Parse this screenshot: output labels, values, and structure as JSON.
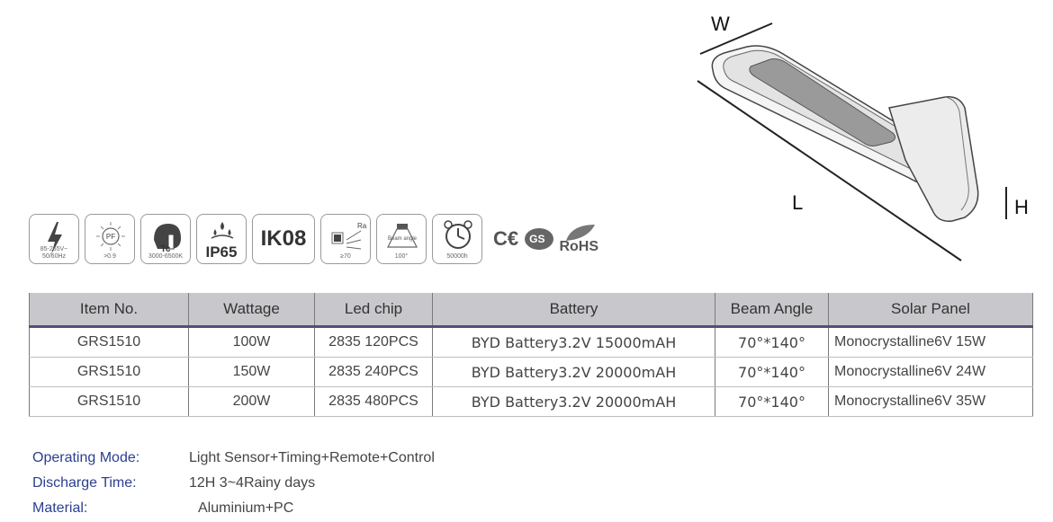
{
  "dimensions": {
    "w": "W",
    "l": "L",
    "h": "H"
  },
  "icons": [
    {
      "name": "voltage",
      "caption1": "85-265V~",
      "caption2": "50/60Hz"
    },
    {
      "name": "power-factor",
      "caption1": "PF",
      "caption2": ">0.9"
    },
    {
      "name": "color-temperature",
      "caption1": "Tc",
      "caption2": "3000-6500K"
    },
    {
      "name": "ingress-protection",
      "caption1": "IP65"
    },
    {
      "name": "impact-rating",
      "caption1": "IK08"
    },
    {
      "name": "color-rendering",
      "caption1": "Ra",
      "caption2": "≥70"
    },
    {
      "name": "beam-angle",
      "caption1": "Beam angle",
      "caption2": "100°"
    },
    {
      "name": "lifespan",
      "caption1": "50000h"
    }
  ],
  "marks": {
    "ce": "C€",
    "gs": "GS",
    "rohs": "RoHS"
  },
  "table": {
    "headers": [
      "Item No.",
      "Wattage",
      "Led chip",
      "Battery",
      "Beam Angle",
      "Solar Panel"
    ],
    "rows": [
      [
        "GRS1510",
        "100W",
        "2835 120PCS",
        "BYD Battery3.2V 15000mAH",
        "70°*140°",
        "Monocrystalline6V 15W"
      ],
      [
        "GRS1510",
        "150W",
        "2835 240PCS",
        "BYD Battery3.2V 20000mAH",
        "70°*140°",
        "Monocrystalline6V 24W"
      ],
      [
        "GRS1510",
        "200W",
        "2835 480PCS",
        "BYD Battery3.2V 20000mAH",
        "70°*140°",
        "Monocrystalline6V 35W"
      ]
    ]
  },
  "notes": [
    {
      "label": "Operating Mode:",
      "value": "Light Sensor+Timing+Remote+Control"
    },
    {
      "label": "Discharge Time:",
      "value": "12H 3~4Rainy days"
    },
    {
      "label": "Material:",
      "value": "Aluminium+PC"
    }
  ],
  "colors": {
    "header_bg": "#c8c8cc",
    "header_rule": "#50507a",
    "label_blue": "#2a3f8f"
  }
}
